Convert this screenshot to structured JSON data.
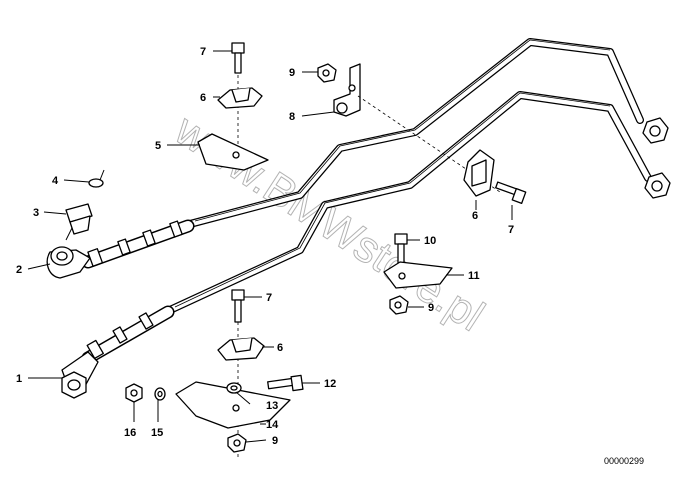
{
  "watermark": "www.BMWstore.pl",
  "reference_number": "00000299",
  "callouts": {
    "c1": "1",
    "c2": "2",
    "c3": "3",
    "c4": "4",
    "c5": "5",
    "c6a": "6",
    "c6b": "6",
    "c6c": "6",
    "c7a": "7",
    "c7b": "7",
    "c7c": "7",
    "c8": "8",
    "c9a": "9",
    "c9b": "9",
    "c9c": "9",
    "c10": "10",
    "c11": "11",
    "c12": "12",
    "c13": "13",
    "c14": "14",
    "c15": "15",
    "c16": "16"
  }
}
